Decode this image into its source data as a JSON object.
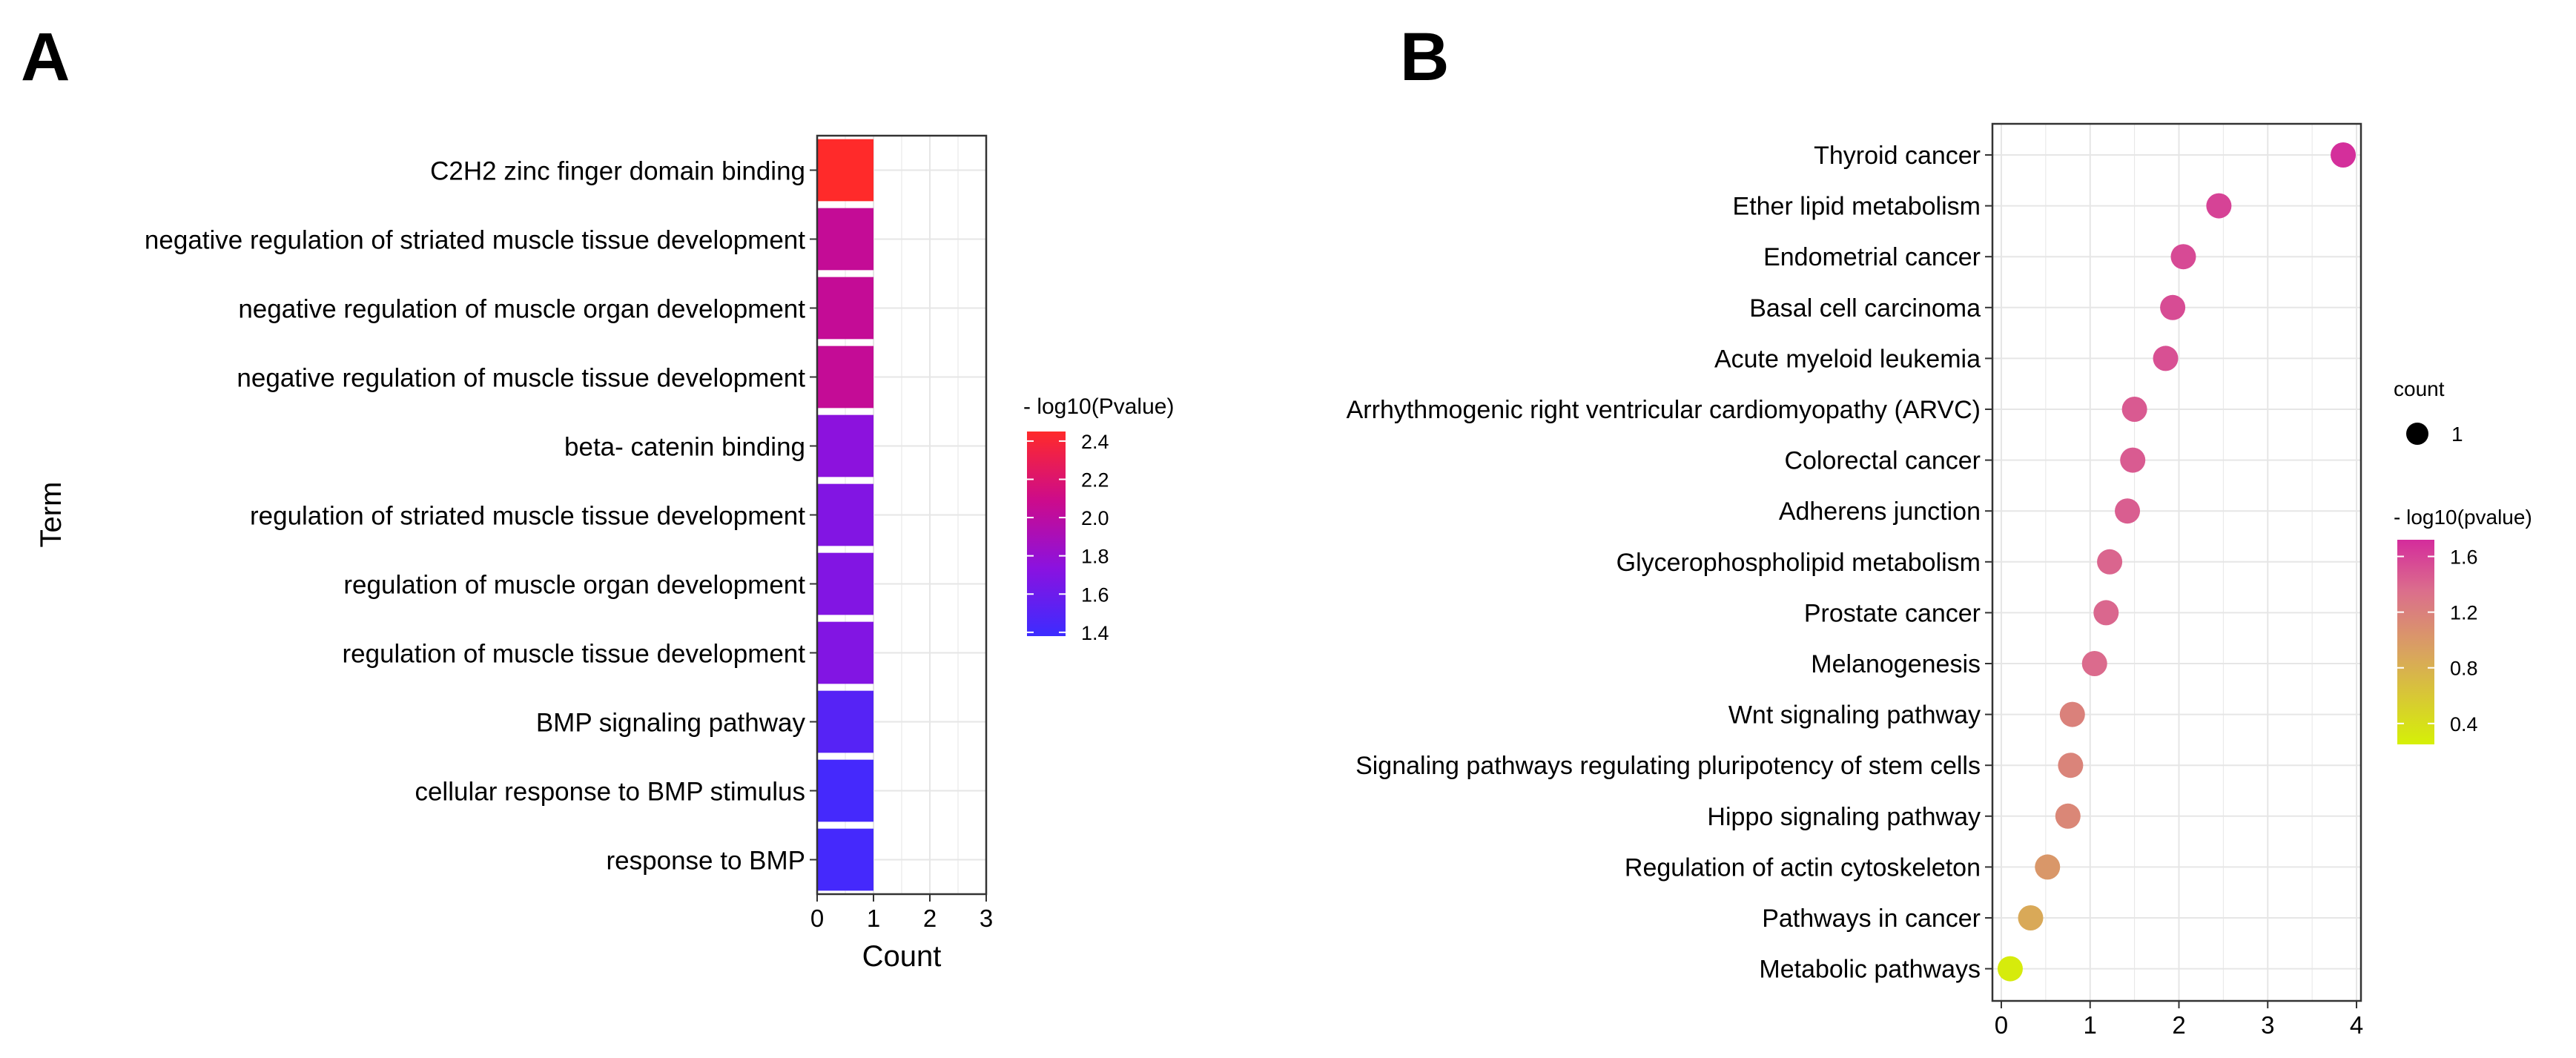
{
  "panels": {
    "a_label": "A",
    "b_label": "B"
  },
  "chart_data": [
    {
      "type": "bar",
      "orientation": "horizontal",
      "categories": [
        "C2H2 zinc finger domain binding",
        "negative regulation of striated muscle tissue development",
        "negative regulation of muscle organ development",
        "negative regulation of muscle tissue development",
        "beta- catenin binding",
        "regulation of striated muscle tissue development",
        "regulation of muscle organ development",
        "regulation of muscle tissue development",
        "BMP signaling pathway",
        "cellular response to BMP stimulus",
        "response to BMP"
      ],
      "values": [
        1,
        1,
        1,
        1,
        1,
        1,
        1,
        1,
        1,
        1,
        1
      ],
      "color_values": [
        2.45,
        2.05,
        2.05,
        2.05,
        1.75,
        1.7,
        1.7,
        1.7,
        1.5,
        1.42,
        1.42
      ],
      "xlabel": "Count",
      "ylabel": "Term",
      "xlim": [
        0,
        3
      ],
      "xticks": [
        "0",
        "1",
        "2",
        "3"
      ],
      "grid": true,
      "legend": {
        "title": "- log10(Pvalue)",
        "position": "right",
        "range": [
          1.38,
          2.45
        ],
        "ticks": [
          "2.4",
          "2.2",
          "2.0",
          "1.8",
          "1.6",
          "1.4"
        ],
        "colors": [
          "#3c2cff",
          "#8a12e0",
          "#cc0b8c",
          "#ff2a2a"
        ]
      }
    },
    {
      "type": "scatter",
      "categories": [
        "Thyroid cancer",
        "Ether lipid metabolism",
        "Endometrial cancer",
        "Basal cell carcinoma",
        "Acute myeloid leukemia",
        "Arrhythmogenic right ventricular cardiomyopathy (ARVC)",
        "Colorectal cancer",
        "Adherens junction",
        "Glycerophospholipid metabolism",
        "Prostate cancer",
        "Melanogenesis",
        "Wnt signaling pathway",
        "Signaling pathways regulating pluripotency of stem cells",
        "Hippo signaling pathway",
        "Regulation of actin cytoskeleton",
        "Pathways in cancer",
        "Metabolic pathways"
      ],
      "x": [
        3.85,
        2.45,
        2.05,
        1.93,
        1.85,
        1.5,
        1.48,
        1.42,
        1.22,
        1.18,
        1.05,
        0.8,
        0.78,
        0.75,
        0.52,
        0.33,
        0.1
      ],
      "color_values": [
        1.7,
        1.55,
        1.5,
        1.48,
        1.45,
        1.38,
        1.37,
        1.35,
        1.3,
        1.28,
        1.25,
        1.05,
        1.03,
        1.0,
        0.85,
        0.7,
        0.28
      ],
      "xlim": [
        0,
        4
      ],
      "xticks": [
        "0",
        "1",
        "2",
        "3",
        "4"
      ],
      "grid": true,
      "legend": {
        "size_title": "count",
        "size_label": "1",
        "color_title": "- log10(pvalue)",
        "position": "right",
        "range": [
          0.25,
          1.72
        ],
        "ticks": [
          "1.6",
          "1.2",
          "0.8",
          "0.4"
        ],
        "colors": [
          "#d6f007",
          "#d9a35f",
          "#db6e8c",
          "#d42c9c"
        ]
      }
    }
  ]
}
